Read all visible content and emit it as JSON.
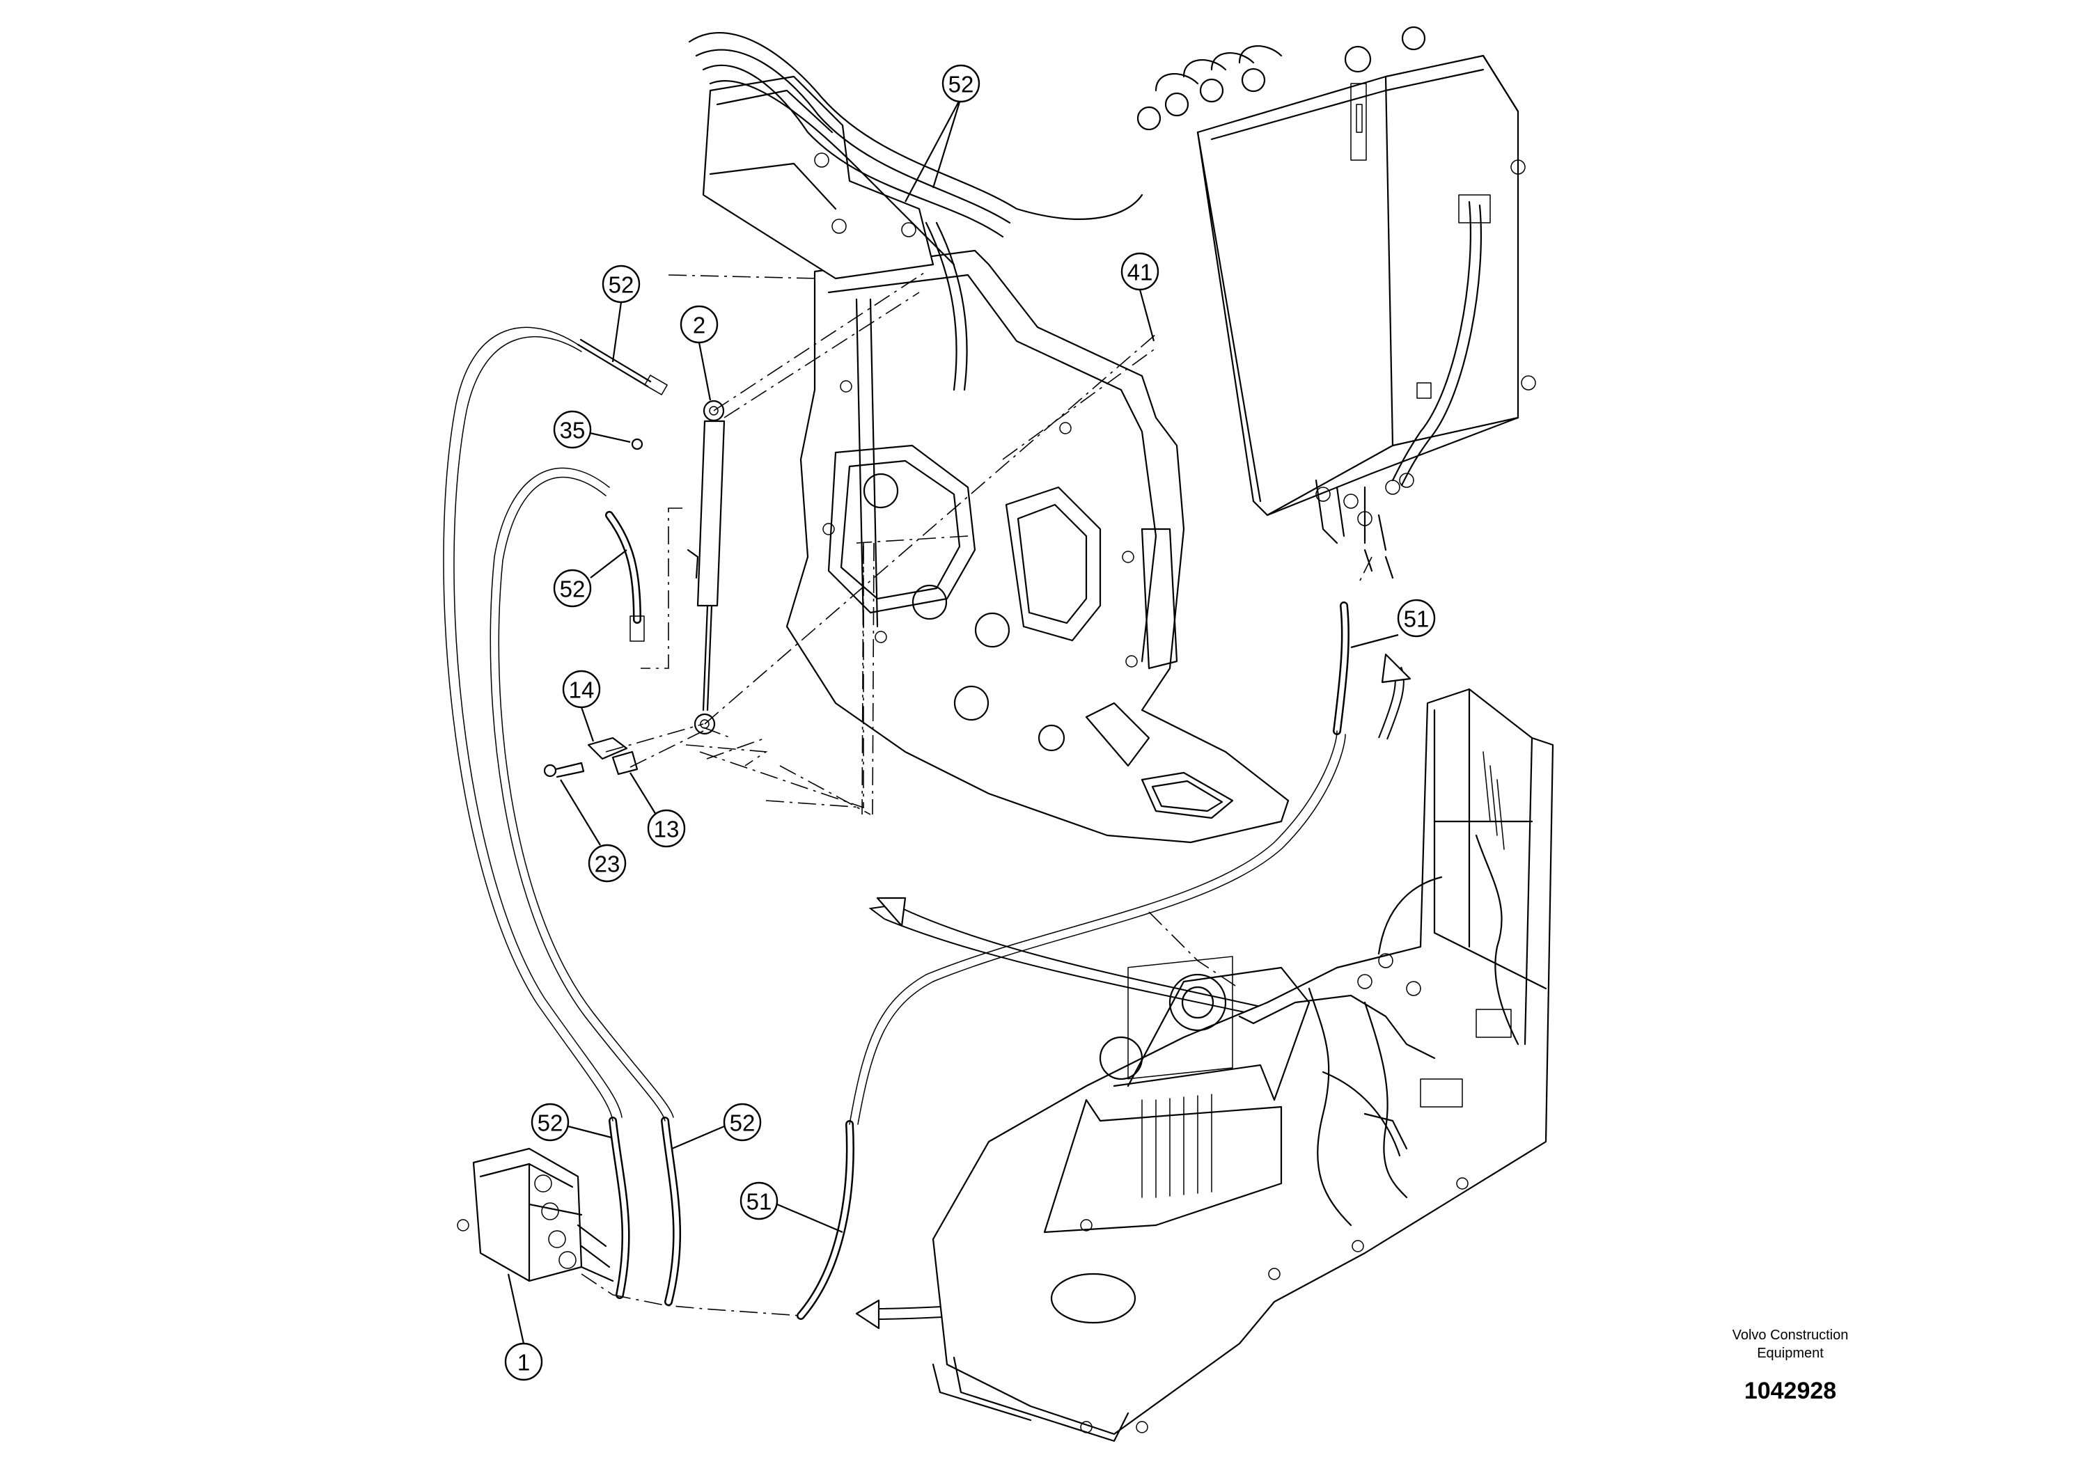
{
  "callouts": [
    {
      "label": "52"
    },
    {
      "label": "41"
    },
    {
      "label": "52"
    },
    {
      "label": "2"
    },
    {
      "label": "35"
    },
    {
      "label": "52"
    },
    {
      "label": "14"
    },
    {
      "label": "13"
    },
    {
      "label": "23"
    },
    {
      "label": "51"
    },
    {
      "label": "52"
    },
    {
      "label": "52"
    },
    {
      "label": "51"
    },
    {
      "label": "1"
    }
  ],
  "brand": {
    "name_line1": "Volvo Construction",
    "name_line2": "Equipment",
    "drawing_number": "1042928"
  }
}
